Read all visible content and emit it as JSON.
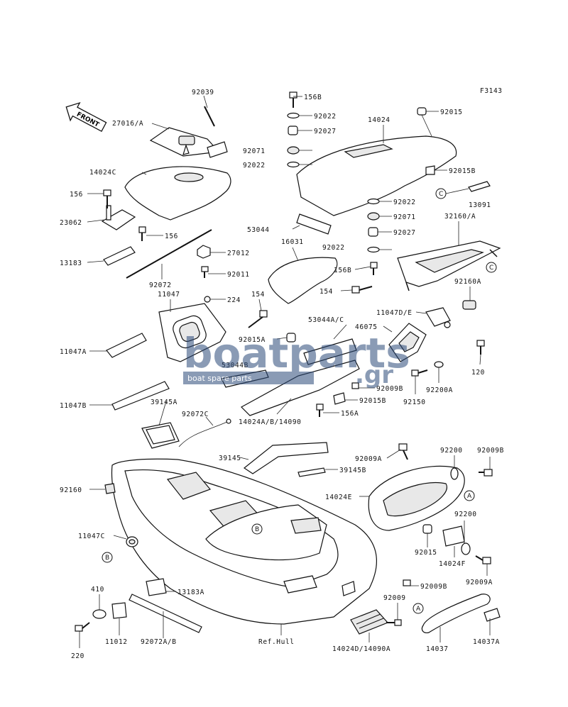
{
  "figure_code": "F3143",
  "front_label": "FRONT",
  "watermark": {
    "brand": "boatparts",
    "suffix": ".gr",
    "tagline": "boat spare parts"
  },
  "labels": [
    {
      "id": "92039",
      "text": "92039"
    },
    {
      "id": "27016A",
      "text": "27016/A"
    },
    {
      "id": "14024C",
      "text": "14024C"
    },
    {
      "id": "156a",
      "text": "156"
    },
    {
      "id": "23062",
      "text": "23062"
    },
    {
      "id": "156b",
      "text": "156"
    },
    {
      "id": "13183",
      "text": "13183"
    },
    {
      "id": "92072",
      "text": "92072"
    },
    {
      "id": "27012",
      "text": "27012"
    },
    {
      "id": "92011",
      "text": "92011"
    },
    {
      "id": "11047",
      "text": "11047"
    },
    {
      "id": "224",
      "text": "224"
    },
    {
      "id": "154a",
      "text": "154"
    },
    {
      "id": "11047A",
      "text": "11047A"
    },
    {
      "id": "92015A",
      "text": "92015A"
    },
    {
      "id": "53044B",
      "text": "53044B"
    },
    {
      "id": "11047B",
      "text": "11047B"
    },
    {
      "id": "39145A",
      "text": "39145A"
    },
    {
      "id": "92072C",
      "text": "92072C"
    },
    {
      "id": "156B_top",
      "text": "156B"
    },
    {
      "id": "92022a",
      "text": "92022"
    },
    {
      "id": "92027a",
      "text": "92027"
    },
    {
      "id": "92071a",
      "text": "92071"
    },
    {
      "id": "92022b",
      "text": "92022"
    },
    {
      "id": "14024",
      "text": "14024"
    },
    {
      "id": "92015",
      "text": "92015"
    },
    {
      "id": "92015B_top",
      "text": "92015B"
    },
    {
      "id": "13091",
      "text": "13091"
    },
    {
      "id": "92022c",
      "text": "92022"
    },
    {
      "id": "92071b",
      "text": "92071"
    },
    {
      "id": "32160A",
      "text": "32160/A"
    },
    {
      "id": "53044",
      "text": "53044"
    },
    {
      "id": "92027b",
      "text": "92027"
    },
    {
      "id": "16031",
      "text": "16031"
    },
    {
      "id": "92022d",
      "text": "92022"
    },
    {
      "id": "156B_mid",
      "text": "156B"
    },
    {
      "id": "154b",
      "text": "154"
    },
    {
      "id": "92160A",
      "text": "92160A"
    },
    {
      "id": "11047DE",
      "text": "11047D/E"
    },
    {
      "id": "53044AC",
      "text": "53044A/C"
    },
    {
      "id": "46075",
      "text": "46075"
    },
    {
      "id": "120",
      "text": "120"
    },
    {
      "id": "92009B_mid",
      "text": "92009B"
    },
    {
      "id": "92200A",
      "text": "92200A"
    },
    {
      "id": "92015B_mid",
      "text": "92015B"
    },
    {
      "id": "92150",
      "text": "92150"
    },
    {
      "id": "14024ABC",
      "text": "14024A/B/14090"
    },
    {
      "id": "156A",
      "text": "156A"
    },
    {
      "id": "39145",
      "text": "39145"
    },
    {
      "id": "39145B",
      "text": "39145B"
    },
    {
      "id": "92009A_top",
      "text": "92009A"
    },
    {
      "id": "92200a",
      "text": "92200"
    },
    {
      "id": "92009B_top",
      "text": "92009B"
    },
    {
      "id": "92160",
      "text": "92160"
    },
    {
      "id": "14024E",
      "text": "14024E"
    },
    {
      "id": "92200b",
      "text": "92200"
    },
    {
      "id": "11047C",
      "text": "11047C"
    },
    {
      "id": "92015_low",
      "text": "92015"
    },
    {
      "id": "14024F",
      "text": "14024F"
    },
    {
      "id": "92009B_low",
      "text": "92009B"
    },
    {
      "id": "92009A_low",
      "text": "92009A"
    },
    {
      "id": "410",
      "text": "410"
    },
    {
      "id": "13183A",
      "text": "13183A"
    },
    {
      "id": "92009",
      "text": "92009"
    },
    {
      "id": "11012",
      "text": "11012"
    },
    {
      "id": "92072AB",
      "text": "92072A/B"
    },
    {
      "id": "RefHull",
      "text": "Ref.Hull"
    },
    {
      "id": "14024D",
      "text": "14024D/14090A"
    },
    {
      "id": "14037",
      "text": "14037"
    },
    {
      "id": "14037A",
      "text": "14037A"
    },
    {
      "id": "220",
      "text": "220"
    }
  ],
  "callouts": [
    "A",
    "B",
    "C"
  ]
}
